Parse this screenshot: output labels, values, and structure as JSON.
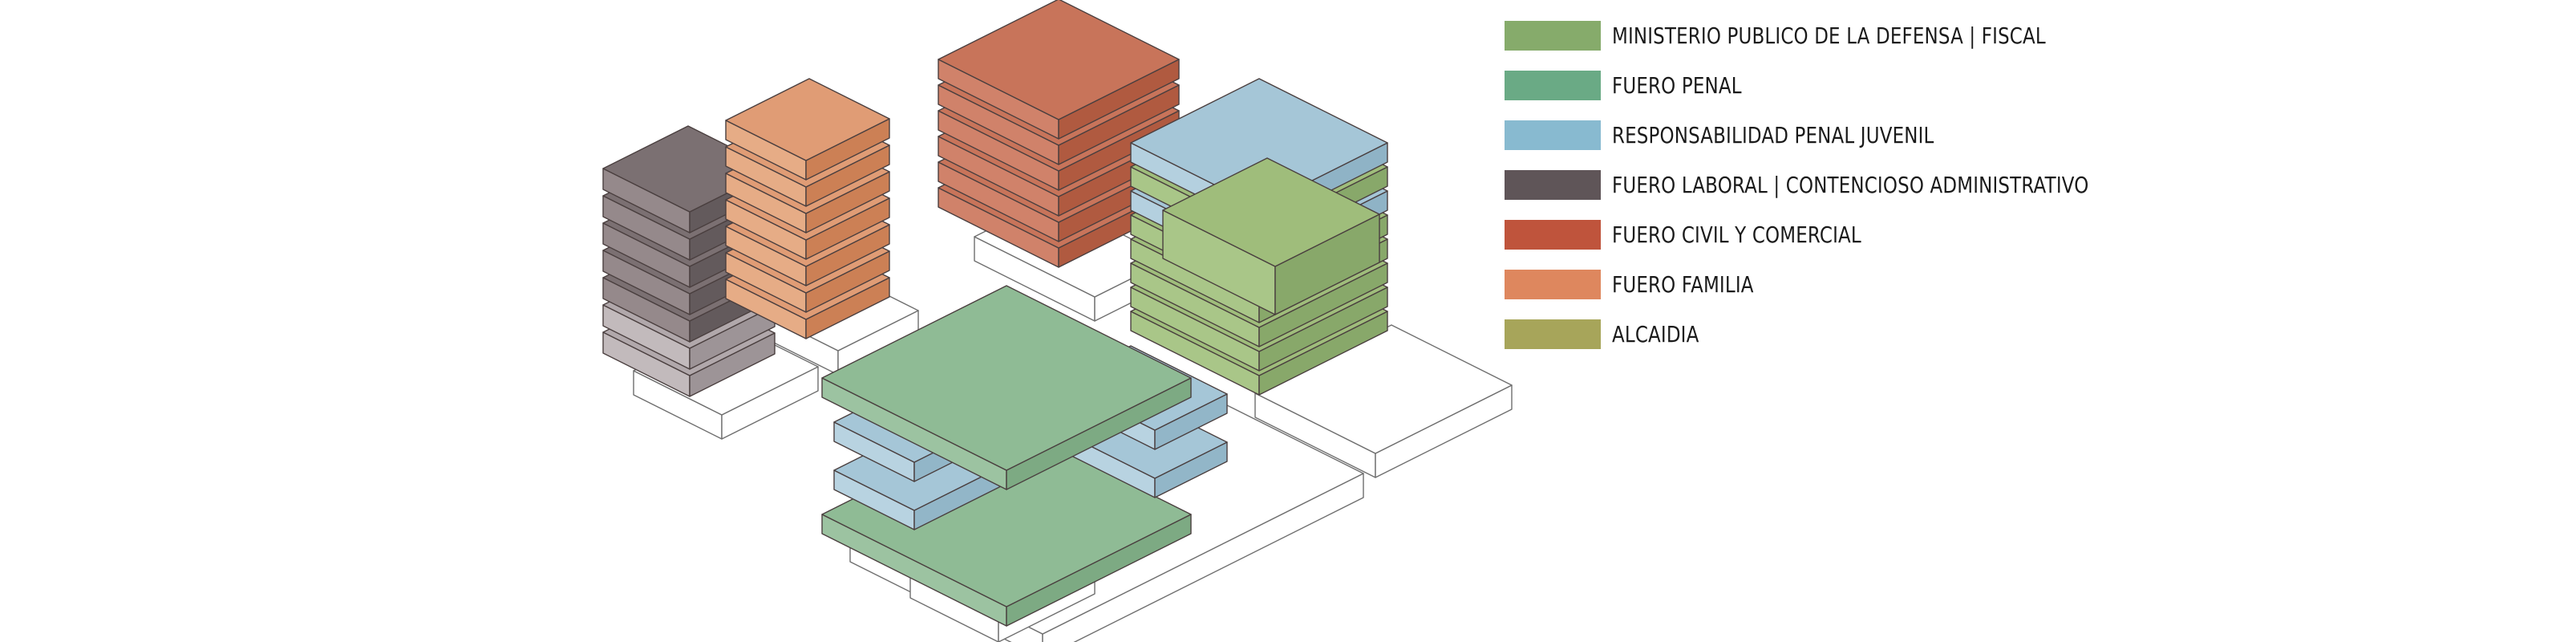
{
  "legend": {
    "items": [
      {
        "label": "MINISTERIO PUBLICO DE LA DEFENSA | FISCAL",
        "color": "#86ab6b"
      },
      {
        "label": "FUERO PENAL",
        "color": "#6aaa85"
      },
      {
        "label": "RESPONSABILIDAD PENAL JUVENIL",
        "color": "#88bad0"
      },
      {
        "label": "FUERO LABORAL | CONTENCIOSO ADMINISTRATIVO",
        "color": "#5f5558"
      },
      {
        "label": "FUERO CIVIL Y COMERCIAL",
        "color": "#bf543c"
      },
      {
        "label": "FUERO FAMILIA",
        "color": "#de875e"
      },
      {
        "label": "ALCAIDIA",
        "color": "#a7a55a"
      }
    ]
  },
  "buildings": {
    "laboral": {
      "floors": 7,
      "top": "#7b7072",
      "front": "#95898b",
      "side": "#635a5c",
      "lower_top": "#b1a8ab"
    },
    "familia": {
      "floors": 7,
      "top": "#e09c75",
      "front": "#e6ac86",
      "side": "#cc8055"
    },
    "civil": {
      "floors": 6,
      "top": "#c8745a",
      "front": "#d0826a",
      "side": "#b05a40"
    },
    "mpd": {
      "floors": 8,
      "top": "#9fbd7b",
      "front": "#a9c688",
      "side": "#88a86a",
      "juvenil": "#a5c6d7"
    },
    "penal": {
      "floors": 4,
      "top": "#8fbb95",
      "front": "#9cc3a1",
      "side": "#7daa83",
      "juvenil": "#a5c6d7"
    }
  }
}
